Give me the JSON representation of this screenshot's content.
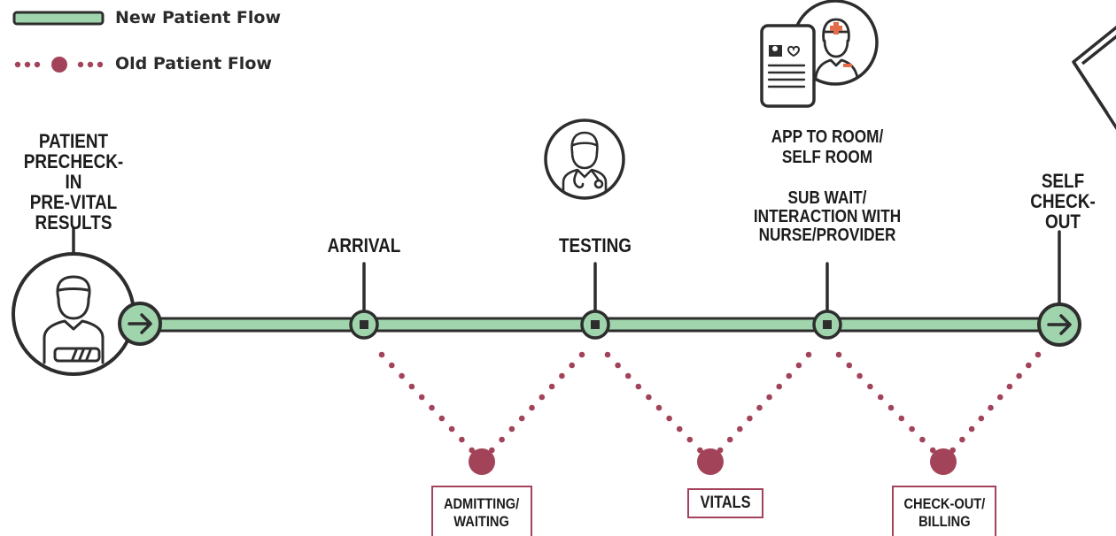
{
  "colors": {
    "new_flow_fill": "#9fd4ad",
    "outline": "#2d2d2d",
    "old_flow": "#a3435a",
    "text": "#1c1c1c"
  },
  "legend": {
    "new_flow_label": "New Patient Flow",
    "old_flow_label": "Old Patient Flow"
  },
  "timeline": {
    "start_label": "PATIENT\nPRECHECK-IN\nPRE-VITAL\nRESULTS",
    "arrival_label": "ARRIVAL",
    "testing_label": "TESTING",
    "room_label": "APP TO ROOM/\nSELF ROOM",
    "wait_label": "SUB WAIT/\nINTERACTION WITH\nNURSE/PROVIDER",
    "end_label": "SELF\nCHECK-OUT"
  },
  "old_steps": {
    "admitting_label": "ADMITTING/\nWAITING",
    "vitals_label": "VITALS",
    "checkout_label": "CHECK-OUT/\nBILLING"
  },
  "icons": {
    "patient": "patient-with-arm-sling-icon",
    "provider": "doctor-with-stethoscope-icon",
    "app": "tablet-app-with-nurse-icon",
    "kiosk": "checkout-kiosk-icon",
    "start_arrow": "arrow-right-icon",
    "end_arrow": "arrow-right-icon"
  }
}
